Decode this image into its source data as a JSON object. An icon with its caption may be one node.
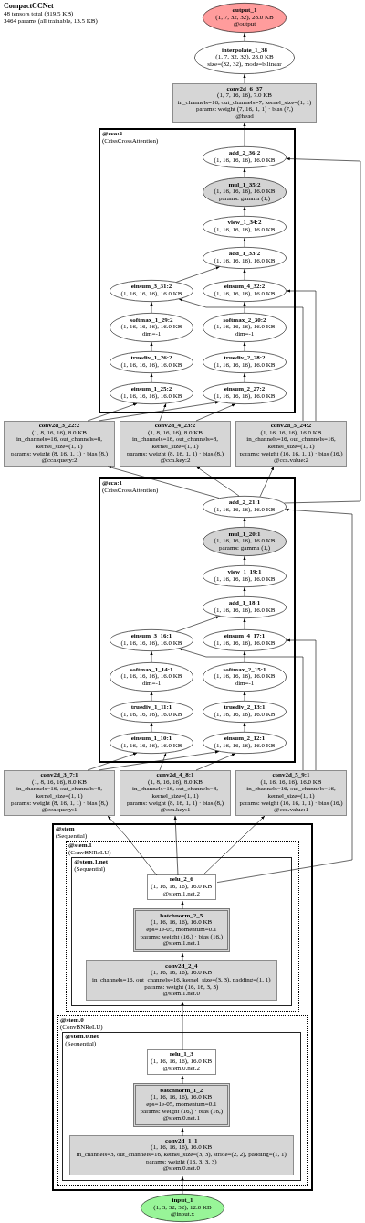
{
  "diagram": {
    "title": "CompactCCNet",
    "labels": [
      "48 tensors total (819.5 KB)",
      "3464 params (all trainable, 13.5 KB)"
    ],
    "nodes": [
      {
        "text": [
          "output_1",
          "(1, 7, 32, 32), 28.0 KB",
          "@output"
        ]
      },
      {
        "text": [
          "interpolate_1_38",
          "(1, 7, 32, 32), 28.0 KB",
          "size=(32, 32), mode=bilinear"
        ]
      },
      {
        "text": [
          "conv2d_6_37",
          "(1, 7, 16, 16), 7.0 KB",
          "in_channels=16, out_channels=7, kernel_size=(1, 1)",
          "params: weight (7, 16, 1, 1) · bias (7,)",
          "@head"
        ]
      },
      {
        "text": [
          "@cca:2",
          "(CrissCrossAttention)"
        ]
      },
      {
        "text": [
          "add_2_36:2",
          "(1, 16, 16, 16), 16.0 KB"
        ],
        "in": 3
      },
      {
        "text": [
          "mul_1_35:2",
          "(1, 16, 16, 16), 16.0 KB",
          "params: gamma (1,)"
        ],
        "in": 3
      },
      {
        "text": [
          "view_1_34:2",
          "(1, 16, 16, 16), 16.0 KB"
        ],
        "in": 3
      },
      {
        "text": [
          "add_1_33:2",
          "(1, 16, 16, 16), 16.0 KB"
        ],
        "in": 3
      },
      {
        "text": [
          "einsum_3_31:2",
          "(1, 16, 16, 16), 16.0 KB"
        ],
        "in": 3
      },
      {
        "text": [
          "einsum_4_32:2",
          "(1, 16, 16, 16), 16.0 KB"
        ],
        "in": 3
      },
      {
        "text": [
          "softmax_1_29:2",
          "(1, 16, 16, 16), 16.0 KB",
          "dim=-1"
        ],
        "in": 3
      },
      {
        "text": [
          "softmax_2_30:2",
          "(1, 16, 16, 16), 16.0 KB",
          "dim=-1"
        ],
        "in": 3
      },
      {
        "text": [
          "truediv_1_26:2",
          "(1, 16, 16, 16), 16.0 KB"
        ],
        "in": 3
      },
      {
        "text": [
          "truediv_2_28:2",
          "(1, 16, 16, 16), 16.0 KB"
        ],
        "in": 3
      },
      {
        "text": [
          "einsum_1_25:2",
          "(1, 16, 16, 16), 16.0 KB"
        ],
        "in": 3
      },
      {
        "text": [
          "einsum_2_27:2",
          "(1, 16, 16, 16), 16.0 KB"
        ],
        "in": 3
      },
      {
        "text": [
          "conv2d_3_22:2",
          "(1, 8, 16, 16), 8.0 KB",
          "in_channels=16, out_channels=8, kernel_size=(1, 1)",
          "params: weight (8, 16, 1, 1) · bias (8,)",
          "@cca.query:2"
        ]
      },
      {
        "text": [
          "conv2d_4_23:2",
          "(1, 8, 16, 16), 8.0 KB",
          "in_channels=16, out_channels=8, kernel_size=(1, 1)",
          "params: weight (8, 16, 1, 1) · bias (8,)",
          "@cca.key:2"
        ]
      },
      {
        "text": [
          "conv2d_5_24:2",
          "(1, 16, 16, 16), 16.0 KB",
          "in_channels=16, out_channels=16, kernel_size=(1, 1)",
          "params: weight (16, 16, 1, 1) · bias (16,)",
          "@cca.value:2"
        ]
      },
      {
        "text": [
          "@cca:1",
          "(CrissCrossAttention)"
        ]
      },
      {
        "text": [
          "add_2_21:1",
          "(1, 16, 16, 16), 16.0 KB"
        ],
        "in": 19
      },
      {
        "text": [
          "mul_1_20:1",
          "(1, 16, 16, 16), 16.0 KB",
          "params: gamma (1,)"
        ],
        "in": 19
      },
      {
        "text": [
          "view_1_19:1",
          "(1, 16, 16, 16), 16.0 KB"
        ],
        "in": 19
      },
      {
        "text": [
          "add_1_18:1",
          "(1, 16, 16, 16), 16.0 KB"
        ],
        "in": 19
      },
      {
        "text": [
          "einsum_3_16:1",
          "(1, 16, 16, 16), 16.0 KB"
        ],
        "in": 19
      },
      {
        "text": [
          "einsum_4_17:1",
          "(1, 16, 16, 16), 16.0 KB"
        ],
        "in": 19
      },
      {
        "text": [
          "softmax_1_14:1",
          "(1, 16, 16, 16), 16.0 KB",
          "dim=-1"
        ],
        "in": 19
      },
      {
        "text": [
          "softmax_2_15:1",
          "(1, 16, 16, 16), 16.0 KB",
          "dim=-1"
        ],
        "in": 19
      },
      {
        "text": [
          "truediv_1_11:1",
          "(1, 16, 16, 16), 16.0 KB"
        ],
        "in": 19
      },
      {
        "text": [
          "truediv_2_13:1",
          "(1, 16, 16, 16), 16.0 KB"
        ],
        "in": 19
      },
      {
        "text": [
          "einsum_1_10:1",
          "(1, 16, 16, 16), 16.0 KB"
        ],
        "in": 19
      },
      {
        "text": [
          "einsum_2_12:1",
          "(1, 16, 16, 16), 16.0 KB"
        ],
        "in": 19
      },
      {
        "text": [
          "conv2d_3_7:1",
          "(1, 8, 16, 16), 8.0 KB",
          "in_channels=16, out_channels=8, kernel_size=(1, 1)",
          "params: weight (8, 16, 1, 1) · bias (8,)",
          "@cca.query:1"
        ]
      },
      {
        "text": [
          "conv2d_4_8:1",
          "(1, 8, 16, 16), 8.0 KB",
          "in_channels=16, out_channels=8, kernel_size=(1, 1)",
          "params: weight (8, 16, 1, 1) · bias (8,)",
          "@cca.key:1"
        ]
      },
      {
        "text": [
          "conv2d_5_9:1",
          "(1, 16, 16, 16), 16.0 KB",
          "in_channels=16, out_channels=16, kernel_size=(1, 1)",
          "params: weight (16, 16, 1, 1) · bias (16,)",
          "@cca.value:1"
        ]
      },
      {
        "text": [
          "@stem",
          "(Sequential)"
        ]
      },
      {
        "text": [
          "@stem.1",
          "(ConvBNReLU)"
        ],
        "in": 35
      },
      {
        "text": [
          "@stem.1.net",
          "(Sequential)"
        ],
        "in": 36
      },
      {
        "text": [
          "relu_2_6",
          "(1, 16, 16, 16), 16.0 KB",
          "@stem.1.net.2"
        ],
        "in": 37
      },
      {
        "text": [
          "batchnorm_2_5",
          "(1, 16, 16, 16), 16.0 KB",
          "eps=1e-05, momentum=0.1",
          "params: weight (16,) · bias (16,)",
          "@stem.1.net.1"
        ],
        "in": 37
      },
      {
        "text": [
          "conv2d_2_4",
          "(1, 16, 16, 16), 16.0 KB",
          "in_channels=16, out_channels=16, kernel_size=(3, 3), padding=(1, 1)",
          "params: weight (16, 16, 3, 3)",
          "@stem.1.net.0"
        ],
        "in": 37
      },
      {
        "text": [
          "@stem.0",
          "(ConvBNReLU)"
        ],
        "in": 35
      },
      {
        "text": [
          "@stem.0.net",
          "(Sequential)"
        ],
        "in": 41
      },
      {
        "text": [
          "relu_1_3",
          "(1, 16, 16, 16), 16.0 KB",
          "@stem.0.net.2"
        ],
        "in": 42
      },
      {
        "text": [
          "batchnorm_1_2",
          "(1, 16, 16, 16), 16.0 KB",
          "eps=1e-05, momentum=0.1",
          "params: weight (16,) · bias (16,)",
          "@stem.0.net.1"
        ],
        "in": 42
      },
      {
        "text": [
          "conv2d_1_1",
          "(1, 16, 16, 16), 16.0 KB",
          "in_channels=3, out_channels=16, kernel_size=(3, 3), stride=(2, 2), padding=(1, 1)",
          "params: weight (16, 3, 3, 3)",
          "@stem.0.net.0"
        ],
        "in": 42
      },
      {
        "text": [
          "input_1",
          "(1, 3, 32, 32), 12.0 KB",
          "@input.x"
        ]
      }
    ],
    "edges": [
      {
        "from": 46,
        "to": 45,
        "arrow": "to"
      },
      {
        "from": 45,
        "to": 44,
        "arrow": "to"
      },
      {
        "from": 44,
        "to": 43,
        "arrow": "to"
      },
      {
        "from": 43,
        "to": 40,
        "arrow": "to"
      },
      {
        "from": 40,
        "to": 39,
        "arrow": "to"
      },
      {
        "from": 39,
        "to": 38,
        "arrow": "to"
      },
      {
        "from": 38,
        "to": 32,
        "arrow": "to"
      },
      {
        "from": 38,
        "to": 33,
        "arrow": "to"
      },
      {
        "from": 38,
        "to": 34,
        "arrow": "to"
      },
      {
        "from": 38,
        "to": 20,
        "arrow": "to"
      },
      {
        "from": 32,
        "to": 30,
        "arrow": "to"
      },
      {
        "from": 32,
        "to": 31,
        "arrow": "to"
      },
      {
        "from": 33,
        "to": 30,
        "arrow": "to"
      },
      {
        "from": 33,
        "to": 31,
        "arrow": "to"
      },
      {
        "from": 34,
        "to": 24,
        "arrow": "to"
      },
      {
        "from": 34,
        "to": 25,
        "arrow": "to"
      },
      {
        "from": 30,
        "to": 28,
        "arrow": "to"
      },
      {
        "from": 28,
        "to": 26,
        "arrow": "to"
      },
      {
        "from": 26,
        "to": 24,
        "arrow": "to"
      },
      {
        "from": 31,
        "to": 29,
        "arrow": "to"
      },
      {
        "from": 29,
        "to": 27,
        "arrow": "to"
      },
      {
        "from": 27,
        "to": 25,
        "arrow": "to"
      },
      {
        "from": 24,
        "to": 23,
        "arrow": "to"
      },
      {
        "from": 25,
        "to": 23,
        "arrow": "to"
      },
      {
        "from": 23,
        "to": 22,
        "arrow": "to"
      },
      {
        "from": 22,
        "to": 21,
        "arrow": "to"
      },
      {
        "from": 21,
        "to": 20,
        "arrow": "to"
      },
      {
        "from": 20,
        "to": 16,
        "arrow": "to"
      },
      {
        "from": 20,
        "to": 17,
        "arrow": "to"
      },
      {
        "from": 20,
        "to": 18,
        "arrow": "to"
      },
      {
        "from": 20,
        "to": 4,
        "arrow": "to"
      },
      {
        "from": 16,
        "to": 14,
        "arrow": "to"
      },
      {
        "from": 16,
        "to": 15,
        "arrow": "to"
      },
      {
        "from": 17,
        "to": 14,
        "arrow": "to"
      },
      {
        "from": 17,
        "to": 15,
        "arrow": "to"
      },
      {
        "from": 18,
        "to": 8,
        "arrow": "to"
      },
      {
        "from": 18,
        "to": 9,
        "arrow": "to"
      },
      {
        "from": 14,
        "to": 12,
        "arrow": "to"
      },
      {
        "from": 12,
        "to": 10,
        "arrow": "to"
      },
      {
        "from": 10,
        "to": 8,
        "arrow": "to"
      },
      {
        "from": 15,
        "to": 13,
        "arrow": "to"
      },
      {
        "from": 13,
        "to": 11,
        "arrow": "to"
      },
      {
        "from": 11,
        "to": 9,
        "arrow": "to"
      },
      {
        "from": 8,
        "to": 7,
        "arrow": "to"
      },
      {
        "from": 9,
        "to": 7,
        "arrow": "to"
      },
      {
        "from": 7,
        "to": 6,
        "arrow": "to"
      },
      {
        "from": 6,
        "to": 5,
        "arrow": "to"
      },
      {
        "from": 5,
        "to": 4,
        "arrow": "to"
      },
      {
        "from": 4,
        "to": 2,
        "arrow": "to"
      },
      {
        "from": 2,
        "to": 1,
        "arrow": "to"
      },
      {
        "from": 1,
        "to": 0,
        "arrow": "to"
      }
    ]
  }
}
